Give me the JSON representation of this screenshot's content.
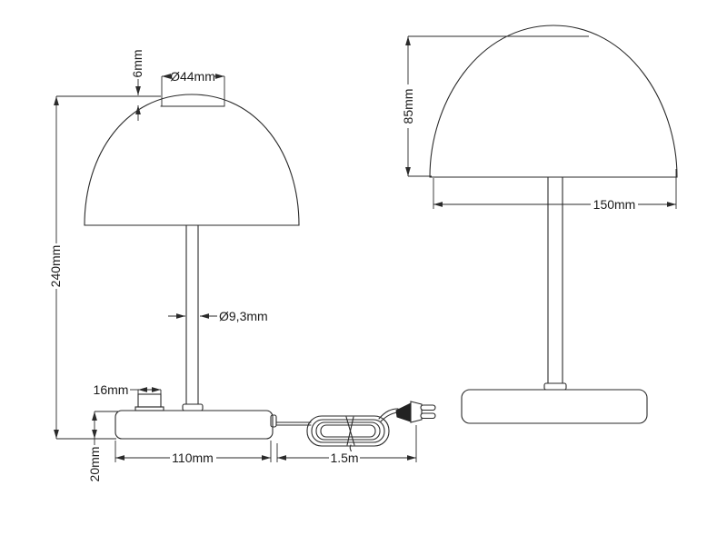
{
  "colors": {
    "line": "#2a2a2a",
    "text": "#1a1a1a",
    "background": "#ffffff"
  },
  "left_view": {
    "dims": {
      "total_height": "240mm",
      "cap_height": "6mm",
      "cap_diameter": "Ø44mm",
      "stem_diameter": "Ø9,3mm",
      "switch_width": "16mm",
      "base_height": "20mm",
      "base_width": "110mm",
      "cord_length": "1.5m"
    }
  },
  "right_view": {
    "dims": {
      "shade_height": "85mm",
      "shade_width": "150mm"
    }
  }
}
